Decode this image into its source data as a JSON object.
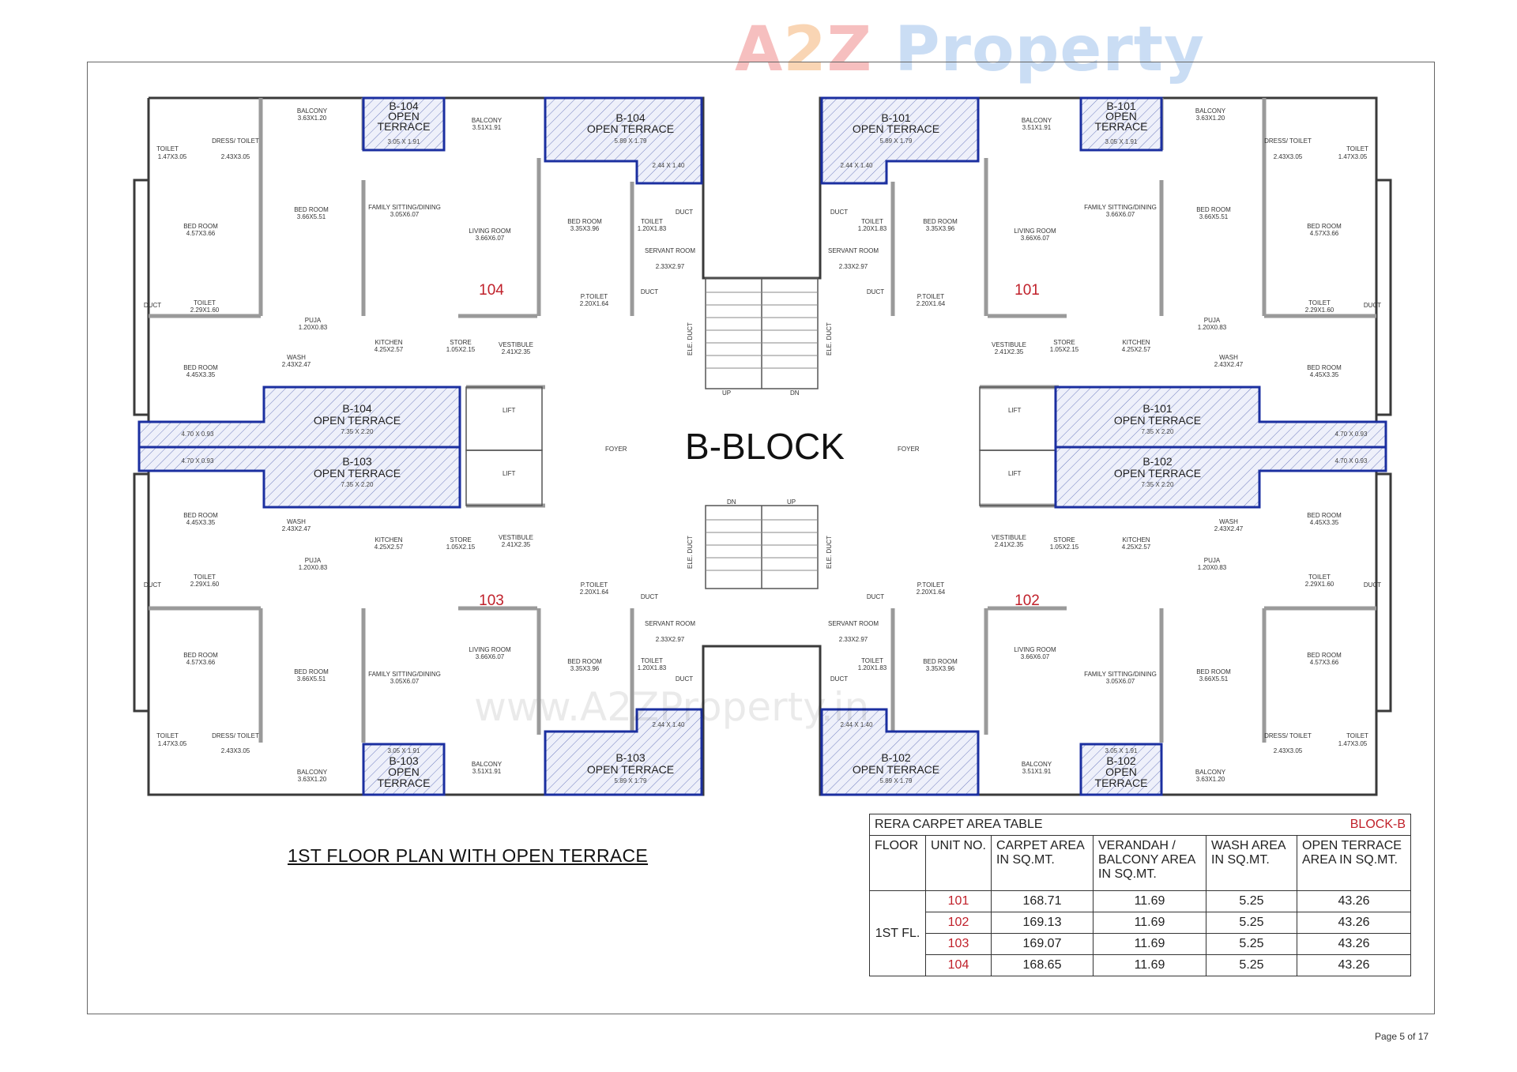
{
  "watermark": {
    "brand_a": "A",
    "brand_2": "2",
    "brand_z": "Z",
    "brand_rest": " Property",
    "url": "www.A2ZProperty.in"
  },
  "plan": {
    "block_title": "B-BLOCK",
    "floor_title": "1ST FLOOR PLAN WITH OPEN TERRACE",
    "units": [
      "104",
      "101",
      "103",
      "102"
    ],
    "rooms": {
      "balcony": "BALCONY",
      "bed_room": "BED ROOM",
      "living_room": "LIVING ROOM",
      "family": "FAMILY SITTING/DINING",
      "kitchen": "KITCHEN",
      "toilet": "TOILET",
      "dress_toilet": "DRESS/ TOILET",
      "puja": "PUJA",
      "wash": "WASH",
      "store": "STORE",
      "vestibule": "VESTIBULE",
      "servant": "SERVANT ROOM",
      "ptoilet": "P.TOILET",
      "duct": "DUCT",
      "lift": "LIFT",
      "foyer": "FOYER",
      "up": "UP",
      "dn": "DN",
      "ele_duct": "ELE. DUCT"
    },
    "dims": {
      "balcony_a": "3.63X1.20",
      "balcony_b": "3.51X1.91",
      "bed_corner": "4.57X3.66",
      "bed_mid": "3.66X5.51",
      "bed_lower": "4.45X3.35",
      "bed_core": "3.35X3.96",
      "family": "3.05X6.07",
      "living": "3.66X6.07",
      "kitchen": "4.25X2.57",
      "wash": "2.43X2.47",
      "store": "1.05X2.15",
      "vestibule": "2.41X2.35",
      "puja": "1.20X0.83",
      "toilet_a": "1.47X3.05",
      "toilet_b": "2.29X1.60",
      "toilet_c": "1.20X1.83",
      "dress": "2.43X3.05",
      "servant": "2.33X2.97",
      "ptoilet": "2.20X1.64"
    },
    "terraces": {
      "t104_top_small": [
        "B-104",
        "OPEN",
        "TERRACE",
        "3.05 X 1.91"
      ],
      "t104_top_big": [
        "B-104",
        "OPEN TERRACE",
        "5.89 X 1.79"
      ],
      "t101_top_big": [
        "B-101",
        "OPEN TERRACE",
        "5.89 X 1.79"
      ],
      "t101_top_small": [
        "B-101",
        "OPEN",
        "TERRACE",
        "3.05 X 1.91"
      ],
      "t104_mid": [
        "B-104",
        "OPEN TERRACE",
        "7.35 X 2.20"
      ],
      "t103_mid": [
        "B-103",
        "OPEN TERRACE",
        "7.35 X 2.20"
      ],
      "t101_mid": [
        "B-101",
        "OPEN TERRACE",
        "7.35 X 2.20"
      ],
      "t102_mid": [
        "B-102",
        "OPEN TERRACE",
        "7.35 X 2.20"
      ],
      "t103_bot_small": [
        "B-103",
        "OPEN",
        "TERRACE",
        "3.05 X 1.91"
      ],
      "t103_bot_big": [
        "B-103",
        "OPEN TERRACE",
        "5.89 X 1.79"
      ],
      "t102_bot_big": [
        "B-102",
        "OPEN TERRACE",
        "5.89 X 1.79"
      ],
      "t102_bot_small": [
        "B-102",
        "OPEN",
        "TERRACE",
        "3.05 X 1.91"
      ],
      "strip_dim": "4.70 X 0.93",
      "notch_dim": "2.44 X 1.40"
    }
  },
  "table": {
    "title": "RERA CARPET AREA TABLE",
    "block": "BLOCK-B",
    "headers": [
      "FLOOR",
      "UNIT NO.",
      "CARPET AREA IN SQ.MT.",
      "VERANDAH / BALCONY AREA IN SQ.MT.",
      "WASH AREA IN SQ.MT.",
      "OPEN TERRACE AREA IN SQ.MT."
    ],
    "floor": "1ST FL.",
    "rows": [
      {
        "unit": "101",
        "carpet": "168.71",
        "balcony": "11.69",
        "wash": "5.25",
        "terrace": "43.26"
      },
      {
        "unit": "102",
        "carpet": "169.13",
        "balcony": "11.69",
        "wash": "5.25",
        "terrace": "43.26"
      },
      {
        "unit": "103",
        "carpet": "169.07",
        "balcony": "11.69",
        "wash": "5.25",
        "terrace": "43.26"
      },
      {
        "unit": "104",
        "carpet": "168.65",
        "balcony": "11.69",
        "wash": "5.25",
        "terrace": "43.26"
      }
    ]
  },
  "page": {
    "number": "Page 5 of 17"
  },
  "colors": {
    "terrace_outline": "#1b2fa0",
    "unit_number": "#c0202a",
    "wall": "#3a3a3a"
  }
}
